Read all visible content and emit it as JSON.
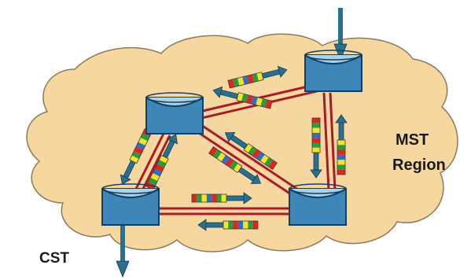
{
  "diagram": {
    "region_label_line1": "MST",
    "region_label_line2": "Region",
    "external_label": "CST",
    "colors": {
      "cloud_fill": "#f7d7a0",
      "cloud_stroke": "#8a7a5e",
      "link": "#a61c2a",
      "switch_face": "#3f86b8",
      "switch_top": "#a9d3ec",
      "switch_stroke": "#123f63",
      "arrow_shaft": "#2b6f8f",
      "bpdu_segments": [
        "#e4231f",
        "#2c9b3a",
        "#f2e42a",
        "#2d6fc0",
        "#e4231f",
        "#2c9b3a",
        "#f2e42a"
      ]
    },
    "nodes": [
      {
        "id": "switch-top-left"
      },
      {
        "id": "switch-top-right"
      },
      {
        "id": "switch-bottom-left"
      },
      {
        "id": "switch-bottom-right"
      }
    ],
    "links": [
      {
        "from": "switch-top-left",
        "to": "switch-top-right"
      },
      {
        "from": "switch-top-left",
        "to": "switch-bottom-left"
      },
      {
        "from": "switch-top-left",
        "to": "switch-bottom-right"
      },
      {
        "from": "switch-top-right",
        "to": "switch-bottom-right"
      },
      {
        "from": "switch-bottom-left",
        "to": "switch-bottom-right"
      }
    ]
  }
}
